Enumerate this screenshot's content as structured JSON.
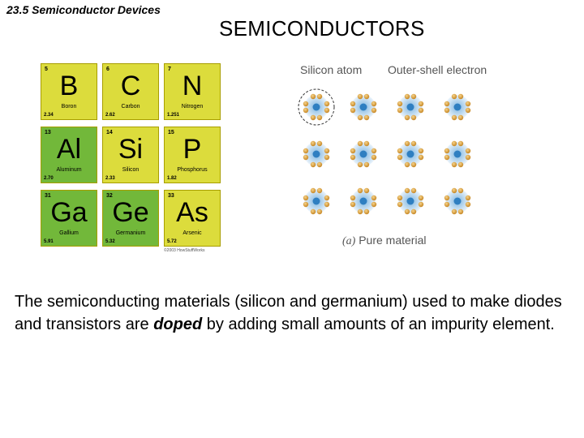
{
  "header": {
    "section": "23.5 Semiconductor Devices",
    "title": "SEMICONDUCTORS"
  },
  "periodic_table": {
    "credit": "©2003 HowStuffWorks",
    "colors": {
      "yellow": "#dcdc3c",
      "green": "#72b83a",
      "border": "#a89e00"
    },
    "cells": [
      {
        "num": "5",
        "sym": "B",
        "name": "Boron",
        "mass": "2.34",
        "color": "yellow"
      },
      {
        "num": "6",
        "sym": "C",
        "name": "Carbon",
        "mass": "2.62",
        "color": "yellow"
      },
      {
        "num": "7",
        "sym": "N",
        "name": "Nitrogen",
        "mass": "1.251",
        "color": "yellow"
      },
      {
        "num": "13",
        "sym": "Al",
        "name": "Aluminum",
        "mass": "2.70",
        "color": "green"
      },
      {
        "num": "14",
        "sym": "Si",
        "name": "Silicon",
        "mass": "2.33",
        "color": "yellow"
      },
      {
        "num": "15",
        "sym": "P",
        "name": "Phosphorus",
        "mass": "1.82",
        "color": "yellow"
      },
      {
        "num": "31",
        "sym": "Ga",
        "name": "Gallium",
        "mass": "5.91",
        "color": "green"
      },
      {
        "num": "32",
        "sym": "Ge",
        "name": "Germanium",
        "mass": "5.32",
        "color": "green"
      },
      {
        "num": "33",
        "sym": "As",
        "name": "Arsenic",
        "mass": "5.72",
        "color": "yellow"
      }
    ]
  },
  "lattice": {
    "label_atom": "Silicon atom",
    "label_electron": "Outer-shell electron",
    "caption_letter": "(a)",
    "caption_text": " Pure material",
    "rows": 3,
    "cols": 4,
    "colors": {
      "atom_core": "#2f7fc1",
      "atom_glow": "#b9d7ee",
      "electron": "#e4a63a",
      "electron_dark": "#b67b1d"
    }
  },
  "body": {
    "pre": "The semiconducting materials (silicon and germanium) used to make diodes and transistors are ",
    "emphasis": "doped",
    "post": " by adding small amounts of an impurity element."
  }
}
